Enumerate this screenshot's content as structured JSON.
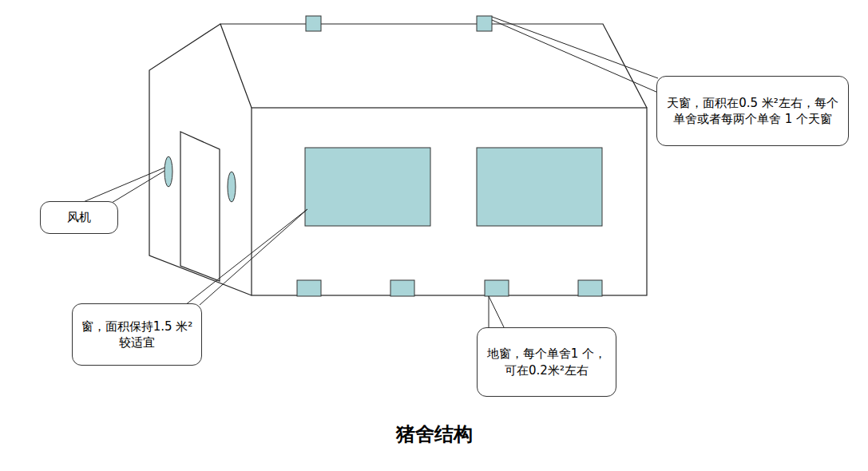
{
  "diagram": {
    "caption": "猪舍结构",
    "nodes": [
      {
        "text": [
          "天窗，面积在0.5 米²左右，每个单舍或者每两个单舍 1 个天窗"
        ]
      },
      {
        "text": [
          "风机"
        ]
      },
      {
        "text": [
          "窗，面积保持1.5 米²较适宜"
        ]
      },
      {
        "text": [
          "地窗，每个单舍1 个，可在0.2米²左右"
        ]
      }
    ]
  }
}
